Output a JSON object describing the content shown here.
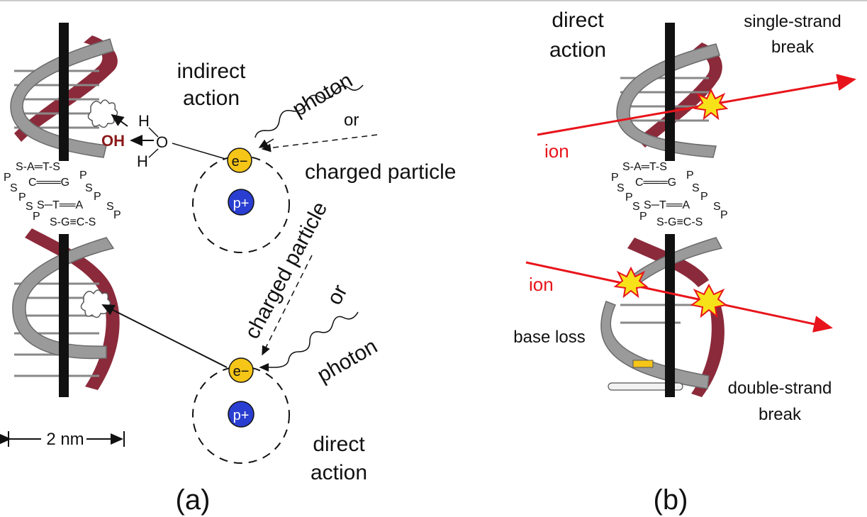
{
  "panel_a": {
    "indirect_line1": "indirect",
    "indirect_line2": "action",
    "photon_top": "photon",
    "or_top": "or",
    "charged_particle_top": "charged particle",
    "oh": "OH",
    "h1": "H",
    "o": "O",
    "h2": "H",
    "electron_top": "e−",
    "proton_top": "p+",
    "charged_particle_bottom": "charged particle",
    "or_bottom": "or",
    "photon_bottom": "photon",
    "electron_bottom": "e−",
    "proton_bottom": "p+",
    "direct_line1": "direct",
    "direct_line2": "action",
    "scale_label": "2 nm",
    "caption": "(a)"
  },
  "panel_b": {
    "direct_line1": "direct",
    "direct_line2": "action",
    "ssb_line1": "single-strand",
    "ssb_line2": "break",
    "ion_top": "ion",
    "ion_bottom": "ion",
    "base_loss": "base loss",
    "dsb_line1": "double-strand",
    "dsb_line2": "break",
    "caption": "(b)"
  },
  "base_pair_text": {
    "row1": "S-A═T-S",
    "row2": "C═══G",
    "row3": "S─T══A",
    "row4": "S-G≡C-S"
  },
  "colors": {
    "strand_red": "#8b2a3a",
    "strand_gray": "#9a9a9a",
    "ion_red": "#e8141b",
    "electron": "#f5c518",
    "proton": "#2a3fd1",
    "oh": "#8b1a1a",
    "burst_fill": "#f7e21a",
    "burst_stroke": "#e8141b"
  }
}
